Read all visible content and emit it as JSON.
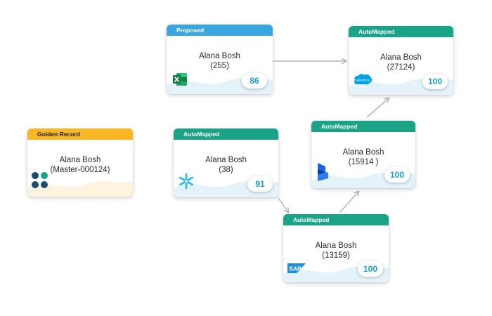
{
  "cards": {
    "proposed": {
      "header": "Proposed",
      "name": "Alana Bosh",
      "id": "(255)",
      "score": "86",
      "icon": "excel-icon"
    },
    "salesforce": {
      "header": "AutoMapped",
      "name": "Alana Bosh",
      "id": "(27124)",
      "score": "100",
      "icon": "salesforce-icon",
      "logo_text": "salesforce"
    },
    "golden": {
      "header": "Golden Record",
      "name": "Alana Bosh",
      "id": "(Master-000124)",
      "icon": "dots-logo-icon"
    },
    "snowflake": {
      "header": "AutoMapped",
      "name": "Alana Bosh",
      "id": "(38)",
      "score": "91",
      "icon": "snowflake-icon"
    },
    "dynamics": {
      "header": "AutoMapped",
      "name": "Alana Bosh",
      "id": "(15914 )",
      "score": "100",
      "icon": "dynamics-icon"
    },
    "sap": {
      "header": "AutoMapped",
      "name": "Alana Bosh",
      "id": "(13159)",
      "score": "100",
      "icon": "sap-icon",
      "logo_text": "SAP"
    }
  },
  "colors": {
    "proposed_header": "#3aa6df",
    "automapped_header": "#1aa386",
    "golden_header": "#f9b823",
    "score_text": "#1f9ec4",
    "arrow": "#b5b5b5"
  }
}
